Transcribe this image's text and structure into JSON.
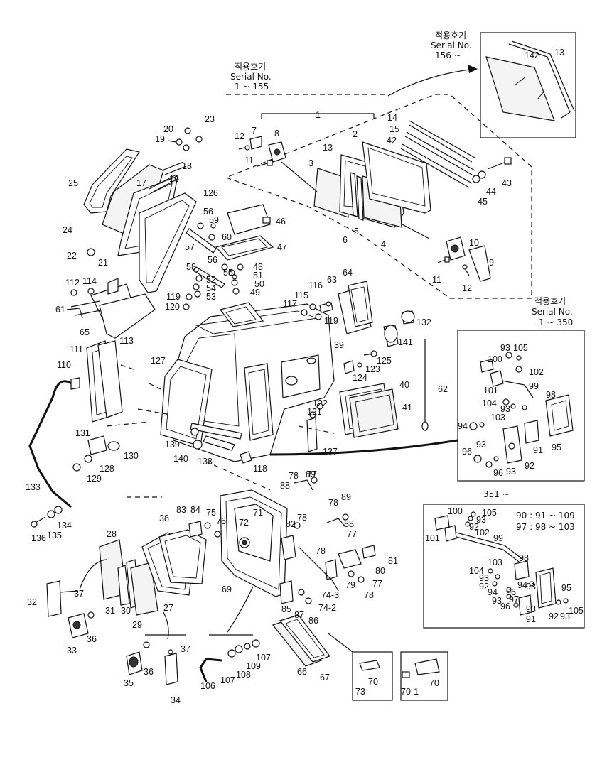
{
  "notes": {
    "serial_156": [
      "적용호기",
      "Serial No.",
      "156 ~"
    ],
    "serial_1_155": [
      "적용호기",
      "Serial No.",
      "1 ~ 155"
    ],
    "serial_1_350": [
      "적용호기",
      "Serial No.",
      "1 ~ 350"
    ],
    "serial_351": "351 ~",
    "interchange_1": "90 : 91 ~ 109",
    "interchange_2": "97 : 98 ~ 103"
  },
  "labels": {
    "l1": "1",
    "l2": "2",
    "l3": "3",
    "l4": "4",
    "l5": "5",
    "l6": "6",
    "l7": "7",
    "l8": "8",
    "l9": "9",
    "l10": "10",
    "l11a": "11",
    "l11b": "11",
    "l12a": "12",
    "l12b": "12",
    "l13a": "13",
    "l13b": "13",
    "l14": "14",
    "l15": "15",
    "l16": "16",
    "l17": "17",
    "l18": "18",
    "l19": "19",
    "l20": "20",
    "l21": "21",
    "l22": "22",
    "l23": "23",
    "l24": "24",
    "l25": "25",
    "l26": "126",
    "l27": "27",
    "l28": "28",
    "l29": "29",
    "l30": "30",
    "l31": "31",
    "l32": "32",
    "l33": "33",
    "l34": "34",
    "l35": "35",
    "l36a": "36",
    "l36b": "36",
    "l37a": "37",
    "l37b": "37",
    "l38": "38",
    "l39": "39",
    "l40": "40",
    "l41": "41",
    "l42": "42",
    "l43": "43",
    "l44": "44",
    "l45": "45",
    "l46": "46",
    "l47": "47",
    "l48": "48",
    "l49": "49",
    "l50": "50",
    "l51": "51",
    "l52": "52",
    "l53": "53",
    "l54": "54",
    "l55": "55",
    "l56a": "56",
    "l56b": "56",
    "l57": "57",
    "l58": "58",
    "l59": "59",
    "l60": "60",
    "l61": "61",
    "l62": "62",
    "l63": "63",
    "l64": "64",
    "l65": "65",
    "l66": "66",
    "l67": "67",
    "l69": "69",
    "l70a": "70",
    "l70b": "70",
    "l70_1": "70-1",
    "l71": "71",
    "l72": "72",
    "l73": "73",
    "l74_2": "74-2",
    "l74_3": "74-3",
    "l75": "75",
    "l76": "76",
    "l77a": "77",
    "l77b": "77",
    "l77c": "77",
    "l78a": "78",
    "l78b": "78",
    "l78c": "78",
    "l78d": "78",
    "l78e": "78",
    "l79": "79",
    "l80": "80",
    "l81": "81",
    "l82": "82",
    "l83": "83",
    "l84": "84",
    "l85": "85",
    "l86": "86",
    "l87": "87",
    "l88a": "88",
    "l88b": "88",
    "l89a": "89",
    "l89b": "89",
    "l106": "106",
    "l107a": "107",
    "l107b": "107",
    "l108": "108",
    "l109": "109",
    "l110": "110",
    "l111": "111",
    "l112": "112",
    "l113": "113",
    "l114": "114",
    "l115": "115",
    "l116": "116",
    "l117": "117",
    "l118": "118",
    "l119a": "119",
    "l119b": "119",
    "l120": "120",
    "l121": "121",
    "l122": "122",
    "l123": "123",
    "l124": "124",
    "l125": "125",
    "l127": "127",
    "l128": "128",
    "l129": "129",
    "l130": "130",
    "l131": "131",
    "l132": "132",
    "l133": "133",
    "l134": "134",
    "l135": "135",
    "l136": "136",
    "l137": "137",
    "l138": "138",
    "l139": "139",
    "l140": "140",
    "l141": "141",
    "l142": "142",
    "r93a": "93",
    "r105a": "105",
    "r100a": "100",
    "r102a": "102",
    "r101a": "101",
    "r99a": "99",
    "r98a": "98",
    "r104a": "104",
    "r93b": "93",
    "r103a": "103",
    "r94a": "94",
    "r93c": "93",
    "r91a": "91",
    "r95a": "95",
    "r96a": "96",
    "r96b": "96",
    "r93d": "93",
    "r92a": "92",
    "s100": "100",
    "s105a": "105",
    "s93a": "93",
    "s92a": "92",
    "s101": "101",
    "s102": "102",
    "s99": "99",
    "s98": "98",
    "s103": "103",
    "s104": "104",
    "s93b": "93",
    "s92b": "92",
    "s94a": "94",
    "s93c": "93",
    "s96a": "96",
    "s94b": "94",
    "s93d": "93",
    "s95": "95",
    "s96b": "96",
    "s97": "97",
    "s93e": "93",
    "s91": "91",
    "s92c": "92",
    "s93f": "93",
    "s105b": "105"
  }
}
